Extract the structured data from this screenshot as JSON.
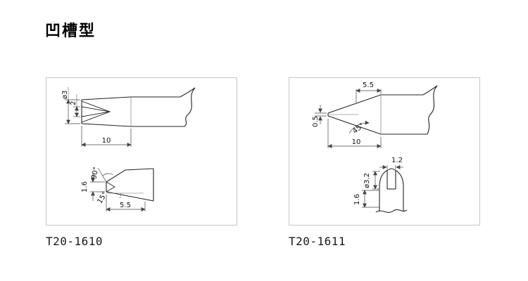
{
  "title": "凹槽型",
  "panels": {
    "left": {
      "model": "T20-1610",
      "top_view": {
        "diameter": "ø3",
        "groove_width": "2",
        "taper_length": "10"
      },
      "side_view": {
        "groove_angle": "90°",
        "edge_thickness": "1.6",
        "taper_angle": "15°",
        "edge_length": "5.5"
      }
    },
    "right": {
      "model": "T20-1611",
      "top_view": {
        "slot_length": "5.5",
        "tip_width": "0.5",
        "tip_angle": "45°",
        "taper_length": "10"
      },
      "front_view": {
        "diameter": "ø3.2",
        "slot_width": "1.2",
        "slot_depth": "1.6"
      }
    }
  }
}
